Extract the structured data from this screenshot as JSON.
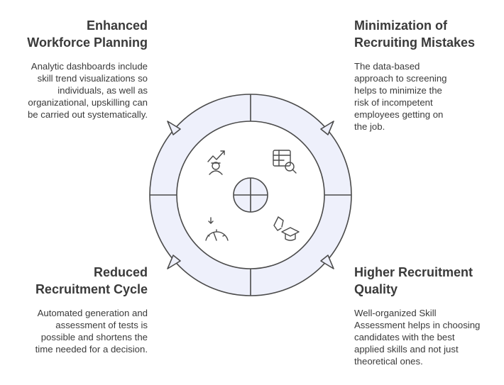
{
  "items": [
    {
      "title": "Enhanced\nWorkforce Planning",
      "description": "Analytic dashboards  include\nskill trend visualizations so\nindividuals, as well as\norganizational, upskilling can\nbe carried out systematically.",
      "icon": "growth-person-icon"
    },
    {
      "title": "Minimization of\nRecruiting Mistakes",
      "description": "The data-based\napproach to screening\nhelps to minimize the\nrisk of incompetent\nemployees getting on\nthe job.",
      "icon": "table-search-icon"
    },
    {
      "title": "Reduced\nRecruitment Cycle",
      "description": "Automated generation and\nassessment of tests is\npossible and shortens the\ntime needed for a decision.",
      "icon": "speedometer-icon"
    },
    {
      "title": "Higher Recruitment\nQuality",
      "description": "Well-organized Skill\nAssessment helps in choosing\ncandidates with the best\napplied skills and not just\ntheoretical ones.",
      "icon": "graduation-cap-icon"
    }
  ],
  "colors": {
    "ring_fill": "#eef0fb",
    "ring_stroke": "#4a4a4a",
    "text": "#3a3a3a"
  }
}
